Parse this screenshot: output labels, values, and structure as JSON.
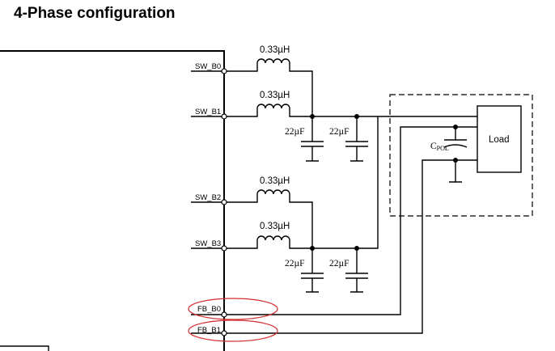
{
  "title": "4-Phase configuration",
  "pins": {
    "sw_b0": "SW_B0",
    "sw_b1": "SW_B1",
    "sw_b2": "SW_B2",
    "sw_b3": "SW_B3",
    "fb_b0": "FB_B0",
    "fb_b1": "FB_B1"
  },
  "inductors": {
    "l1": "0.33µH",
    "l2": "0.33µH",
    "l3": "0.33µH",
    "l4": "0.33µH"
  },
  "capacitors": {
    "c1": "22µF",
    "c2": "22µF",
    "c3": "22µF",
    "c4": "22µF"
  },
  "cpol": {
    "main": "C",
    "sub": "POL"
  },
  "load": "Load",
  "colors": {
    "highlight": "#d32f2f",
    "line": "#000000"
  }
}
